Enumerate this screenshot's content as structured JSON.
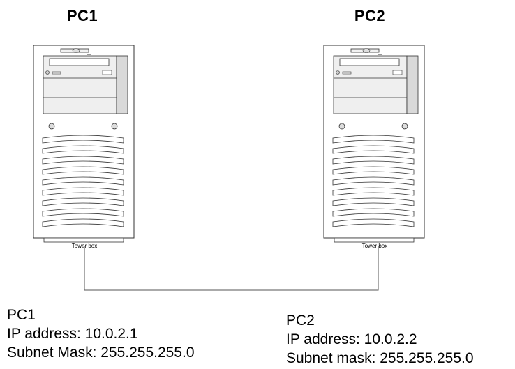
{
  "diagram": {
    "pcs": [
      {
        "title": "PC1",
        "device_label": "Tower box",
        "info_name": "PC1",
        "ip_line": "IP address: 10.0.2.1",
        "mask_line": "Subnet Mask: 255.255.255.0"
      },
      {
        "title": "PC2",
        "device_label": "Tower box",
        "info_name": "PC2",
        "ip_line": "IP address: 10.0.2.2",
        "mask_line": "Subnet mask: 255.255.255.0"
      }
    ],
    "colors": {
      "case_fill": "#ffffff",
      "case_stroke": "#333333",
      "drive_fill": "#efefef",
      "side_panel": "#d9d9d9",
      "cable": "#555555"
    }
  }
}
